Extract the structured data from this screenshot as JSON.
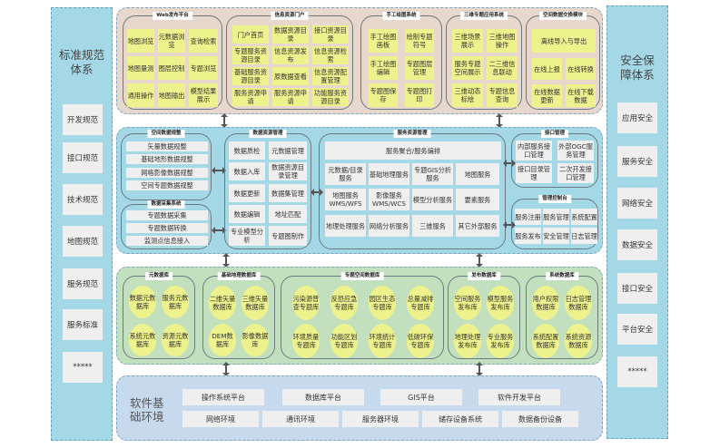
{
  "left_column": {
    "title": "标准规范体系",
    "items": [
      "开发规范",
      "接口规范",
      "技术规范",
      "地图规范",
      "服务规范",
      "服务标准",
      "*****"
    ]
  },
  "right_column": {
    "title": "安全保障体系",
    "items": [
      "应用安全",
      "服务安全",
      "网络安全",
      "数据安全",
      "接口安全",
      "平台安全",
      "*****"
    ]
  },
  "app_layer": {
    "groups": [
      {
        "title": "Web发布平台",
        "items": [
          "地图浏览",
          "元数据浏览",
          "查询检索",
          "地图量测",
          "图层控制",
          "专题浏览",
          "通用操作",
          "地图输出",
          "模型结果展示"
        ]
      },
      {
        "title": "信息资源门户",
        "items": [
          "门户首页",
          "数据资源目录",
          "接口资源目录",
          "专题服务资源目录",
          "信息资源发布",
          "信息资源检索",
          "基础服务资源目录",
          "原数据查看",
          "信息资源配置管理",
          "服务资源申请",
          "服务资源申请",
          "功能服务资源目录"
        ]
      },
      {
        "title": "手工绘图系统",
        "items": [
          "手工绘图画板",
          "绘制专题符号",
          "手工绘图编辑",
          "专题图层管理",
          "专题图保存",
          "专题图打印"
        ]
      },
      {
        "title": "三维专题应用系统",
        "items": [
          "三维场景展示",
          "三维地图操作",
          "服务专题空间展示",
          "二三维信息联动",
          "三维动态标绘",
          "专题信息查询"
        ]
      },
      {
        "title": "空间数据交换模块",
        "items": [
          "离线导入与导出",
          "在线上报",
          "在线转换",
          "在线数据更新",
          "在线下载数据"
        ]
      }
    ]
  },
  "service_layer": {
    "groups": [
      {
        "title": "空间数据规整",
        "items": [
          "矢量数据规整",
          "基础地形数据规整",
          "网格影像数据规整",
          "空间专题数据规整"
        ]
      },
      {
        "title": "数据采集系统",
        "items": [
          "专题数据采集",
          "专题数据转换",
          "监测点信息接入"
        ]
      },
      {
        "title": "数据资源管理",
        "items": [
          "数据质检",
          "元数据管理",
          "数据入库",
          "数据资源目录管理",
          "数据更新",
          "数据集管理",
          "数据编辑",
          "地址匹配",
          "专业模型分析",
          "专题图制作"
        ]
      },
      {
        "title": "服务资源管理",
        "items": [
          "服务聚合/服务编排",
          "元数据/目录服务",
          "基础地理服务",
          "专题GIS分析服务",
          "地图服务",
          "地图服务WMS/WFS",
          "影像服务WMS/WCS",
          "模型分析服务",
          "要素服务",
          "地理处理服务",
          "网络分析服务",
          "三维服务",
          "其它外部服务"
        ]
      },
      {
        "title": "接口管理",
        "items": [
          "内部服务接口管理",
          "外部OGC服务管理",
          "接口目录管理",
          "二次开发接口管理"
        ]
      },
      {
        "title": "管理控制台",
        "items": [
          "服务注册",
          "服务管理",
          "系统配置",
          "服务发布",
          "安全管理",
          "日志管理"
        ]
      }
    ]
  },
  "data_layer": {
    "groups": [
      {
        "title": "元数据库",
        "items": [
          "数据元数据库",
          "服务元数据库",
          "系统元数据库",
          "资源元数据库"
        ]
      },
      {
        "title": "基础地理数据库",
        "items": [
          "二维矢量数据库",
          "三维矢量数据库",
          "DEM数据库",
          "影像数据库"
        ]
      },
      {
        "title": "专题空间数据库",
        "items": [
          "污染源普查专题库",
          "反恐应急专题库",
          "园区生态专题库",
          "总量减排专题库",
          "环境质量专题库",
          "功能区划专题库",
          "环境统计专题库",
          "低碳环保专题库"
        ]
      },
      {
        "title": "发布数据库",
        "items": [
          "空间服务发布库",
          "模型服务发布库",
          "地理处理发布库",
          "专业服务发布库"
        ]
      },
      {
        "title": "系统数据库",
        "items": [
          "用户权限数据库",
          "日志管理数据库",
          "系统配置数据库",
          "系统资源数据库"
        ]
      }
    ]
  },
  "base_layer": {
    "title": "软件基础环境",
    "row1": [
      "操作系统平台",
      "数据库平台",
      "GIS平台",
      "软件开发平台"
    ],
    "row2": [
      "网络环境",
      "通讯环境",
      "服务器环境",
      "储存设备系统",
      "数据备份设备"
    ]
  },
  "colors": {
    "app_layer_bg": "#e8d7cc",
    "service_layer_bg": "#a5d8e6",
    "data_layer_bg": "#c2e0bd",
    "base_layer_bg": "#c7d9ed",
    "yellow_cell": "#eef28c",
    "gray_cell": "#efefef"
  }
}
